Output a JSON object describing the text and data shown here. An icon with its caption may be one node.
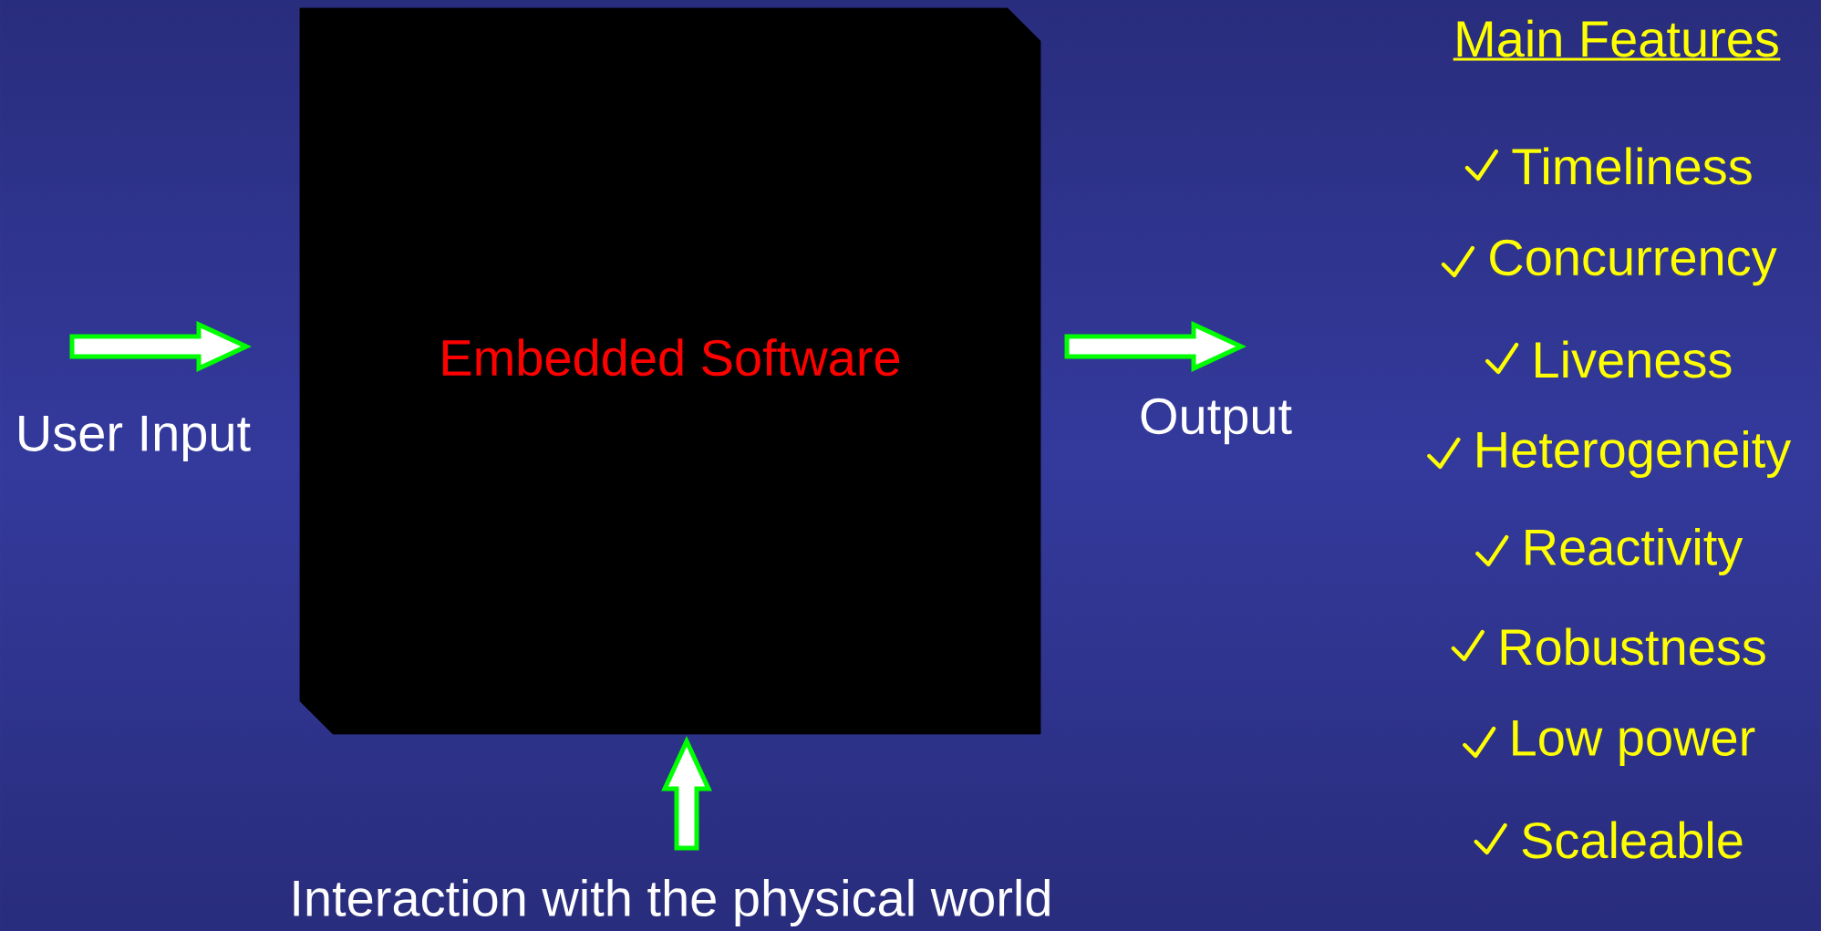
{
  "diagram": {
    "nodes": [
      {
        "text": [
          "User Input"
        ]
      },
      {
        "text": [
          "Embedded Software"
        ]
      },
      {
        "text": [
          "Output"
        ]
      },
      {
        "text": [
          "Interaction with the physical world"
        ]
      }
    ],
    "edges": [
      {
        "from": 0,
        "to": 1,
        "arrow": "to"
      },
      {
        "from": 1,
        "to": 2,
        "arrow": "to"
      },
      {
        "from": 3,
        "to": 1,
        "arrow": "to"
      }
    ],
    "labels": [
      "Main Features",
      "Timeliness",
      "Concurrency",
      "Liveness",
      "Heterogeneity",
      "Reactivity",
      "Robustness",
      "Low power",
      "Scaleable"
    ]
  }
}
